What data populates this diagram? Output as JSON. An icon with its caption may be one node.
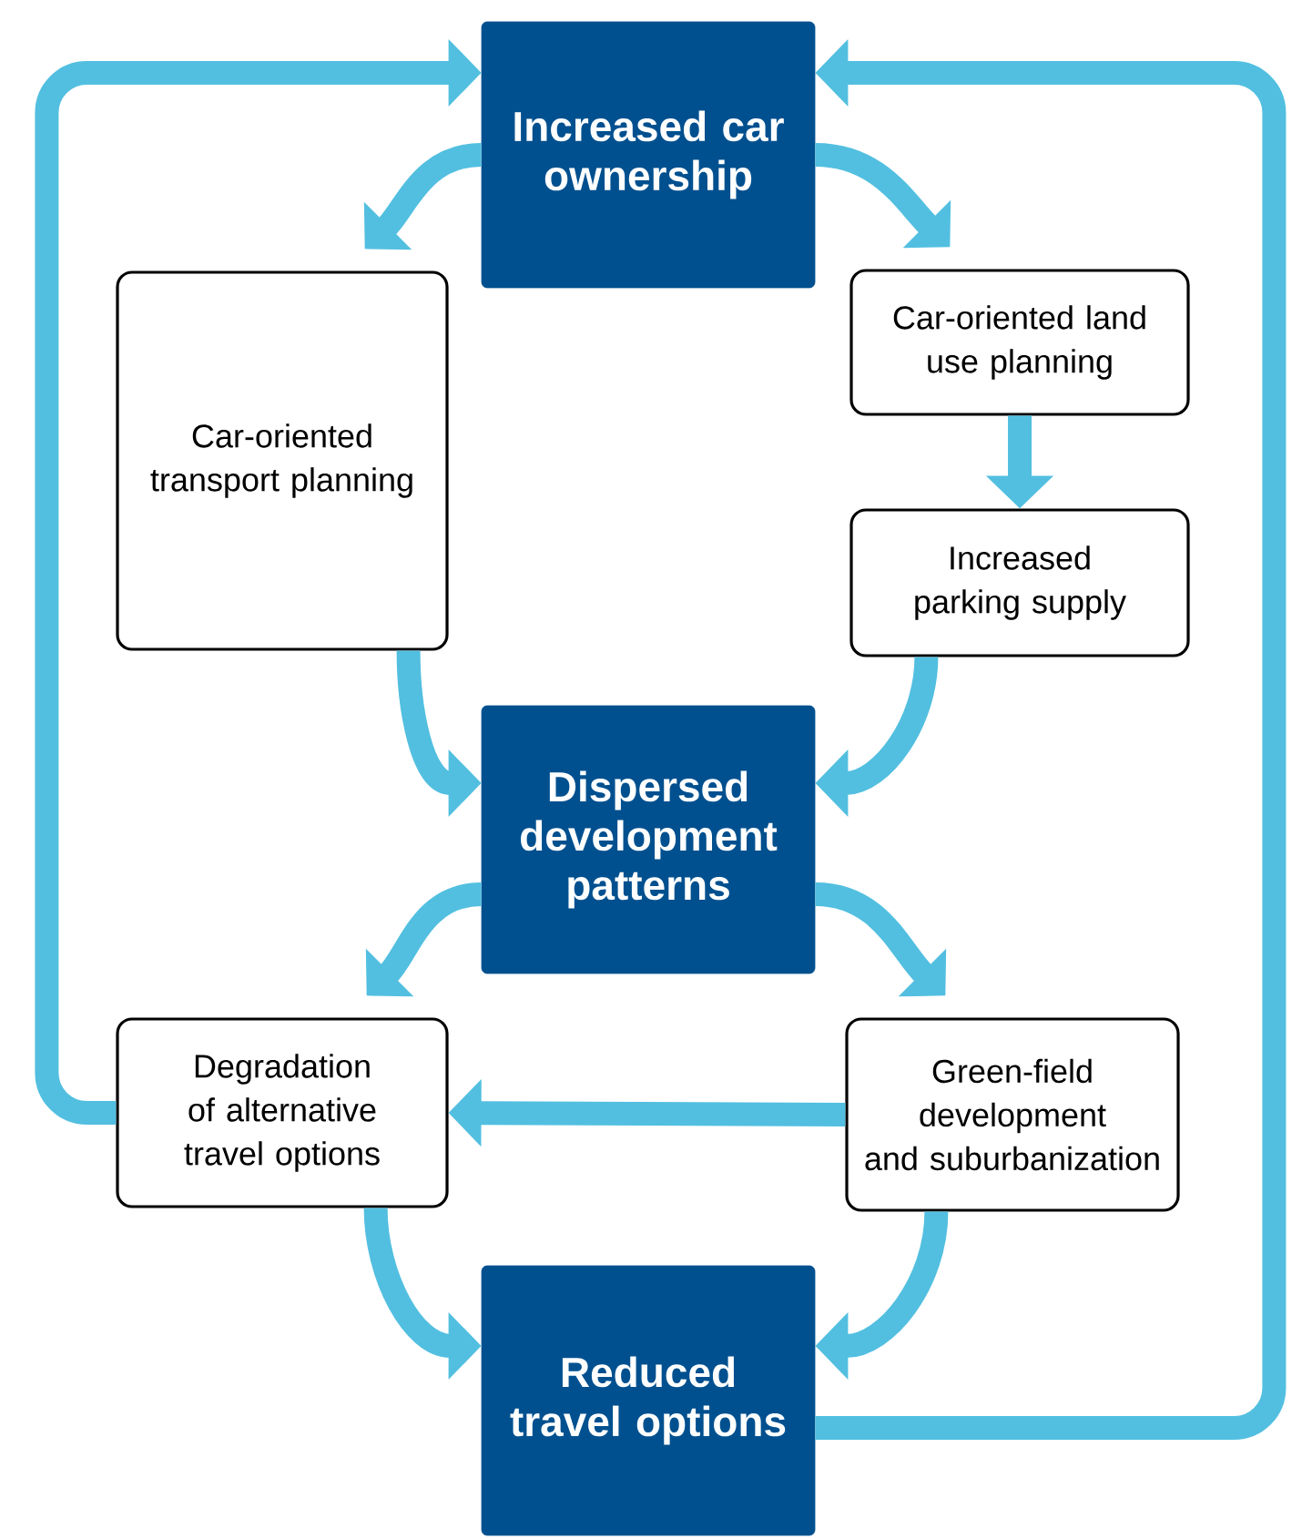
{
  "diagram": {
    "nodes": [
      {
        "text": [
          "Increased car ownership"
        ]
      },
      {
        "text": [
          "Car-oriented transport planning"
        ]
      },
      {
        "text": [
          "Car-oriented land use planning"
        ]
      },
      {
        "text": [
          "Increased parking supply"
        ]
      },
      {
        "text": [
          "Dispersed development patterns"
        ]
      },
      {
        "text": [
          "Degradation of alternative travel options"
        ]
      },
      {
        "text": [
          "Green-field development and suburbanization"
        ]
      },
      {
        "text": [
          "Reduced travel options"
        ]
      }
    ],
    "edges": [
      {
        "from": 0,
        "to": 1,
        "arrow": "to"
      },
      {
        "from": 0,
        "to": 2,
        "arrow": "to"
      },
      {
        "from": 2,
        "to": 3,
        "arrow": "to"
      },
      {
        "from": 1,
        "to": 4,
        "arrow": "to"
      },
      {
        "from": 3,
        "to": 4,
        "arrow": "to"
      },
      {
        "from": 4,
        "to": 5,
        "arrow": "to"
      },
      {
        "from": 4,
        "to": 6,
        "arrow": "to"
      },
      {
        "from": 6,
        "to": 5,
        "arrow": "to"
      },
      {
        "from": 5,
        "to": 7,
        "arrow": "to"
      },
      {
        "from": 6,
        "to": 7,
        "arrow": "to"
      },
      {
        "from": 5,
        "to": 0,
        "arrow": "to"
      },
      {
        "from": 7,
        "to": 0,
        "arrow": "to"
      }
    ]
  }
}
